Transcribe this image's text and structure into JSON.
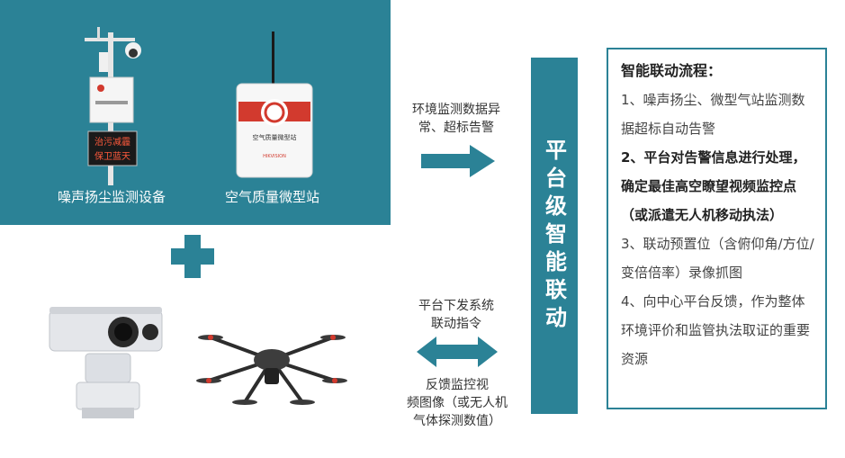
{
  "devices_top": {
    "noise_dust_label": "噪声扬尘监测设备",
    "air_station_label": "空气质量微型站",
    "screen_text_line1": "治污减霾",
    "screen_text_line2": "保卫蓝天",
    "air_station_product_text": "空气质量微型站",
    "air_station_brand": "HIKVISION"
  },
  "flow_top": {
    "line1": "环境监测数据异",
    "line2": "常、超标告警"
  },
  "flow_bottom": {
    "upper_line1": "平台下发系统",
    "upper_line2": "联动指令",
    "lower_line1": "反馈监控视",
    "lower_line2": "频图像（或无人机",
    "lower_line3": "气体探测数值）"
  },
  "platform": {
    "label": "平台级智能联动"
  },
  "process": {
    "title": "智能联动流程：",
    "steps": [
      {
        "text": "1、噪声扬尘、微型气站监测数据超标自动告警",
        "bold": false
      },
      {
        "text": "2、平台对告警信息进行处理，确定最佳高空瞭望视频监控点（或派遣无人机移动执法）",
        "bold": true
      },
      {
        "text": "3、联动预置位（含俯仰角/方位/变倍倍率）录像抓图",
        "bold": false
      },
      {
        "text": "4、向中心平台反馈，作为整体环境评价和监管执法取证的重要资源",
        "bold": false
      }
    ]
  },
  "colors": {
    "teal": "#2b8296",
    "logo_red": "#d23a2e"
  }
}
